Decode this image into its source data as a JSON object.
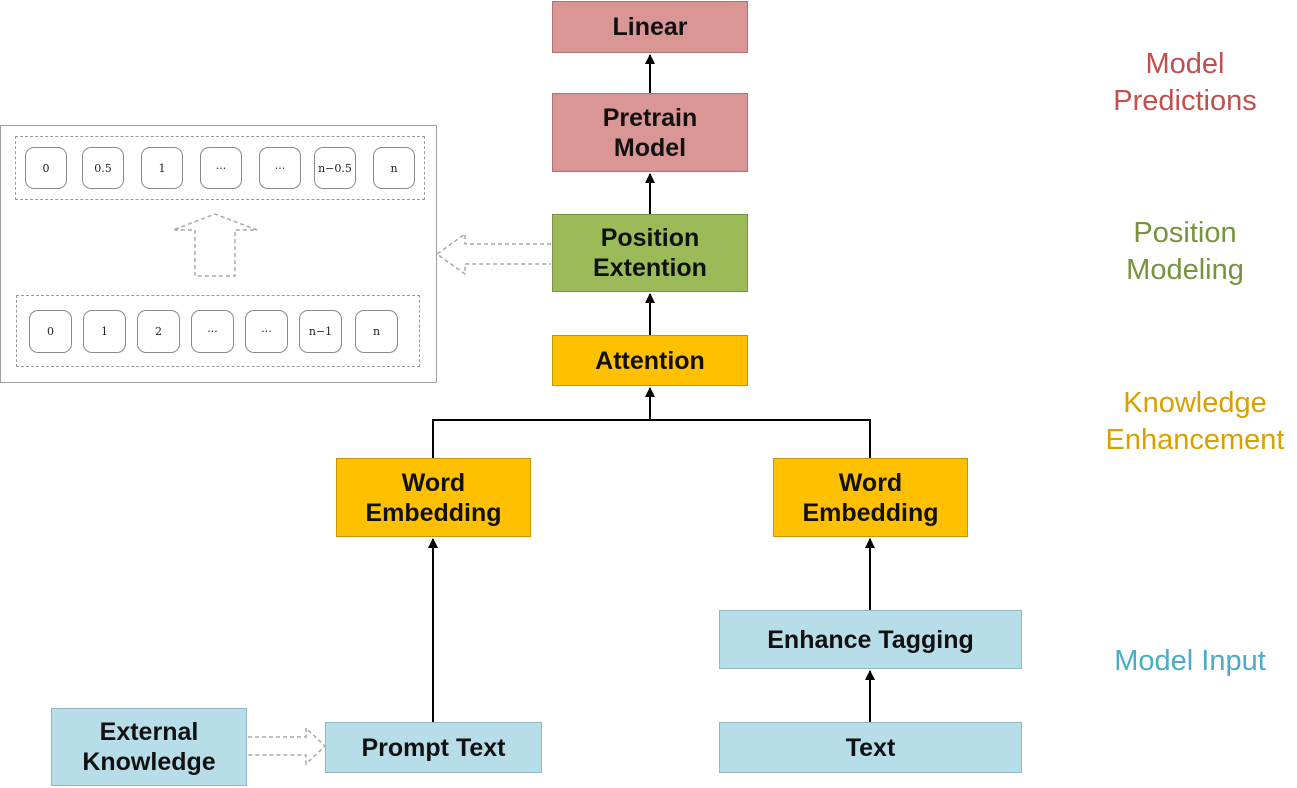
{
  "colors": {
    "prediction": "#c0504d",
    "position": "#77933c",
    "knowledge": "#d9a000",
    "input": "#4bacc6"
  },
  "boxes": {
    "linear": "Linear",
    "pretrain": "Pretrain\nModel",
    "position": "Position\nExtention",
    "attention": "Attention",
    "word_embedding_left": "Word\nEmbedding",
    "word_embedding_right": "Word\nEmbedding",
    "enhance_tagging": "Enhance Tagging",
    "external_knowledge": "External\nKnowledge",
    "prompt_text": "Prompt Text",
    "text": "Text"
  },
  "layers": {
    "model_predictions": "Model\nPredictions",
    "position_modeling": "Position\nModeling",
    "knowledge_enhancement": "Knowledge\nEnhancement",
    "model_input": "Model Input"
  },
  "inset": {
    "top_row": [
      "0",
      "0.5",
      "1",
      "···",
      "···",
      "n−0.5",
      "n"
    ],
    "bottom_row": [
      "0",
      "1",
      "2",
      "···",
      "···",
      "n−1",
      "n"
    ]
  }
}
